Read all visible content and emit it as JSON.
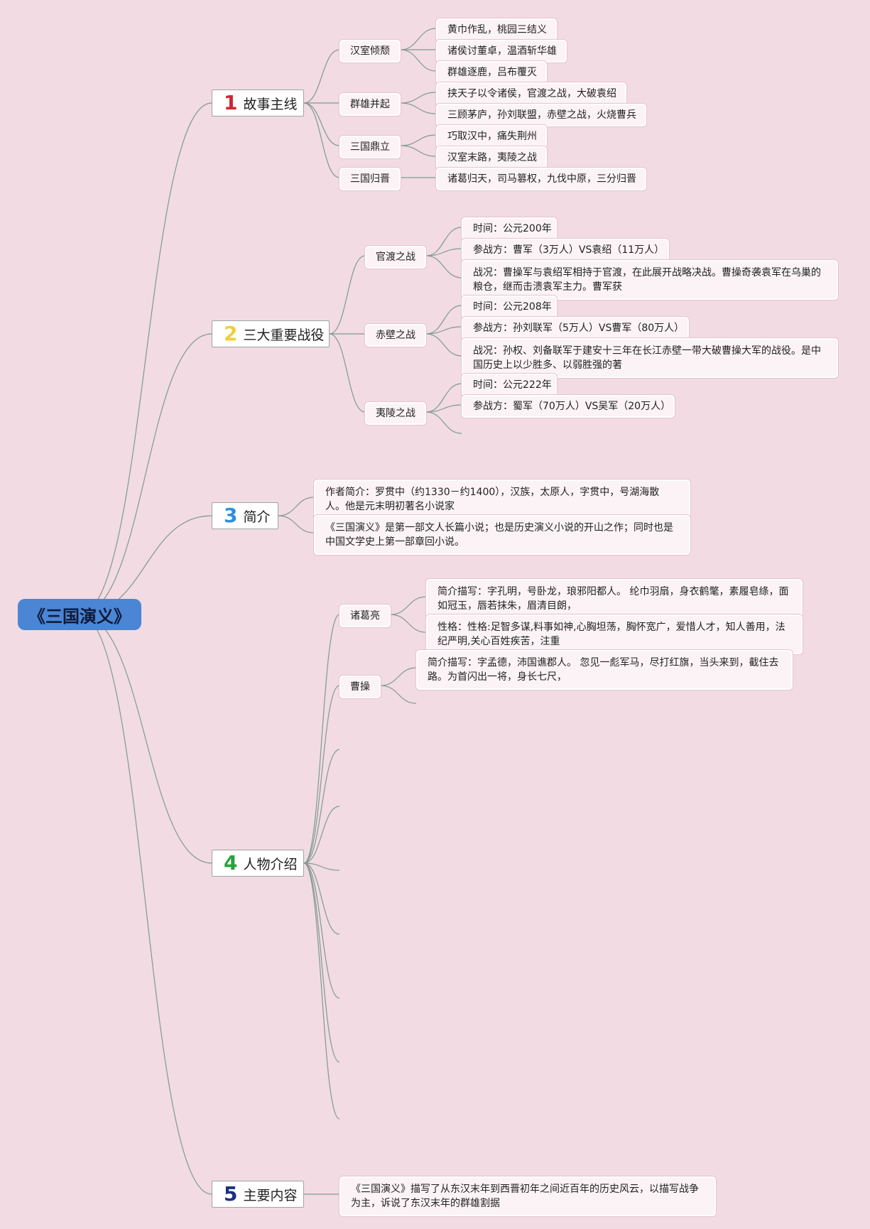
{
  "root": {
    "title": "《三国演义》"
  },
  "colors": {
    "background": "#f2dbe3",
    "root_fill": "#4a86d4",
    "connector": "#7f9a92",
    "num1": "#d0262e",
    "num2": "#f0cf3a",
    "num3": "#2f8fe0",
    "num4": "#27a23a",
    "num5": "#1c2f86"
  },
  "branches": {
    "b1": {
      "number": "1",
      "label": "故事主线",
      "subs": {
        "s1": {
          "label": "汉室倾颓",
          "leaves": [
            "黄巾作乱，桃园三结义",
            "诸侯讨董卓，温酒斩华雄",
            "群雄逐鹿，吕布覆灭"
          ]
        },
        "s2": {
          "label": "群雄并起",
          "leaves": [
            "挟天子以令诸侯，官渡之战，大破袁绍",
            "三顾茅庐，孙刘联盟，赤壁之战，火烧曹兵"
          ]
        },
        "s3": {
          "label": "三国鼎立",
          "leaves": [
            "巧取汉中，痛失荆州",
            "汉室末路，夷陵之战"
          ]
        },
        "s4": {
          "label": "三国归晋",
          "leaves": [
            "诸葛归天，司马篡权，九伐中原，三分归晋"
          ]
        }
      }
    },
    "b2": {
      "number": "2",
      "label": "三大重要战役",
      "subs": {
        "s1": {
          "label": "官渡之战",
          "leaves": [
            "时间：公元200年",
            "参战方：曹军（3万人）VS袁绍（11万人）",
            "战况：曹操军与袁绍军相持于官渡，在此展开战略决战。曹操奇袭袁军在乌巢的粮仓，继而击溃袁军主力。曹军获"
          ]
        },
        "s2": {
          "label": "赤壁之战",
          "leaves": [
            "时间：公元208年",
            "参战方：孙刘联军（5万人）VS曹军（80万人）",
            "战况：孙权、刘备联军于建安十三年在长江赤壁一带大破曹操大军的战役。是中国历史上以少胜多、以弱胜强的著"
          ]
        },
        "s3": {
          "label": "夷陵之战",
          "leaves": [
            "时间：公元222年",
            "参战方：蜀军（70万人）VS吴军（20万人）"
          ]
        }
      }
    },
    "b3": {
      "number": "3",
      "label": "简介",
      "leaves": [
        "作者简介：罗贯中（约1330－约1400），汉族，太原人，字贯中，号湖海散人。他是元末明初著名小说家",
        "《三国演义》是第一部文人长篇小说；也是历史演义小说的开山之作；同时也是中国文学史上第一部章回小说。"
      ]
    },
    "b4": {
      "number": "4",
      "label": "人物介绍",
      "subs": {
        "s1": {
          "label": "诸葛亮",
          "leaves": [
            "简介描写：字孔明，号卧龙，琅邪阳都人。 纶巾羽扇，身衣鹤氅，素履皂绦，面如冠玉，唇若抹朱，眉清目朗，",
            "性格：性格:足智多谋,料事如神,心胸坦荡，胸怀宽广，爱惜人才，知人善用，法纪严明,关心百姓疾苦，注重"
          ]
        },
        "s2": {
          "label": "曹操",
          "leaves": [
            "简介描写：字孟德，沛国谯郡人。 忽见一彪军马，尽打红旗，当头来到，截住去路。为首闪出一将，身长七尺，"
          ]
        }
      }
    },
    "b5": {
      "number": "5",
      "label": "主要内容",
      "leaves": [
        "《三国演义》描写了从东汉末年到西晋初年之间近百年的历史风云，以描写战争为主，诉说了东汉末年的群雄割据"
      ]
    }
  }
}
